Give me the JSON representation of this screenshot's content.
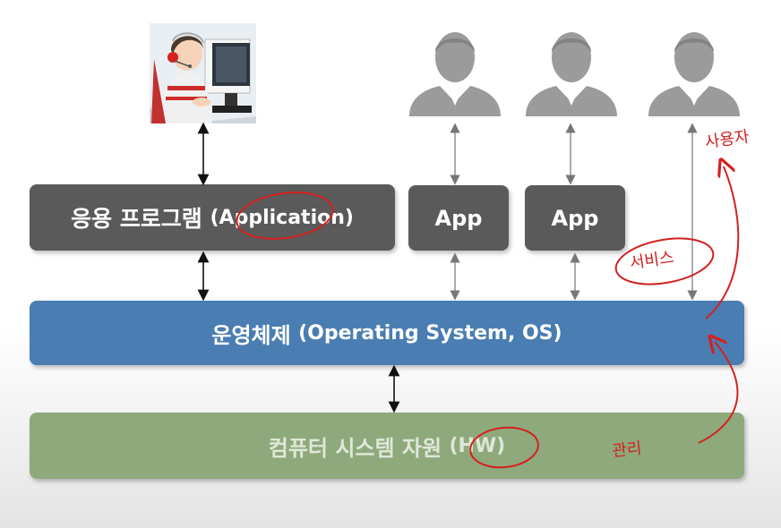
{
  "layers": {
    "application": {
      "main": "응용 프로그램",
      "sub": "(Application)"
    },
    "app1": "App",
    "app2": "App",
    "os": {
      "main": "운영체제",
      "sub": "(Operating System, OS)"
    },
    "hw": {
      "main": "컴퓨터 시스템 자원",
      "sub": "(HW)"
    }
  },
  "annotations": {
    "user": "사용자",
    "service": "서비스",
    "manage": "관리"
  },
  "colors": {
    "app": "#5a5a5a",
    "os": "#4a7db2",
    "hw": "#8ea97c",
    "ink": "#d42020"
  },
  "icons": [
    "operator-photo",
    "user-icon",
    "user-icon",
    "user-icon"
  ]
}
